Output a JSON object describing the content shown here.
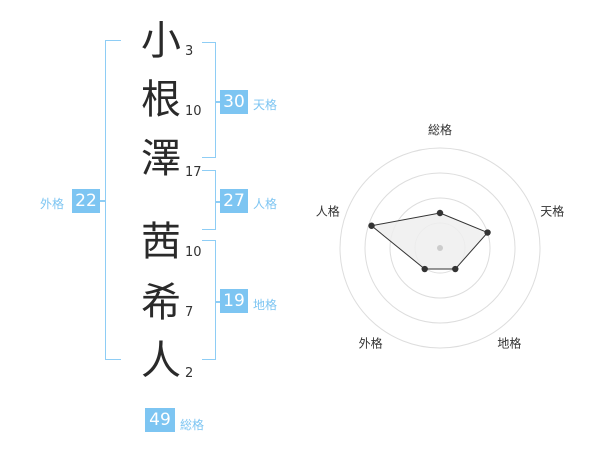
{
  "name": {
    "chars": [
      {
        "char": "小",
        "strokes": "3"
      },
      {
        "char": "根",
        "strokes": "10"
      },
      {
        "char": "澤",
        "strokes": "17"
      },
      {
        "char": "茜",
        "strokes": "10"
      },
      {
        "char": "希",
        "strokes": "7"
      },
      {
        "char": "人",
        "strokes": "2"
      }
    ]
  },
  "kaku": {
    "tenkaku": {
      "value": "30",
      "label": "天格"
    },
    "jinkaku": {
      "value": "27",
      "label": "人格"
    },
    "chikaku": {
      "value": "19",
      "label": "地格"
    },
    "gaikaku": {
      "value": "22",
      "label": "外格"
    },
    "soukaku": {
      "value": "49",
      "label": "総格"
    }
  },
  "chart_data": {
    "type": "radar",
    "axes": [
      "総格",
      "天格",
      "地格",
      "外格",
      "人格"
    ],
    "values": [
      0.35,
      0.5,
      0.26,
      0.26,
      0.72
    ],
    "max": 1,
    "rings": 4,
    "colors": {
      "fill": "#eeeeee",
      "stroke": "#333333",
      "point": "#333333",
      "ring": "#dddddd",
      "center": "#cccccc"
    }
  }
}
